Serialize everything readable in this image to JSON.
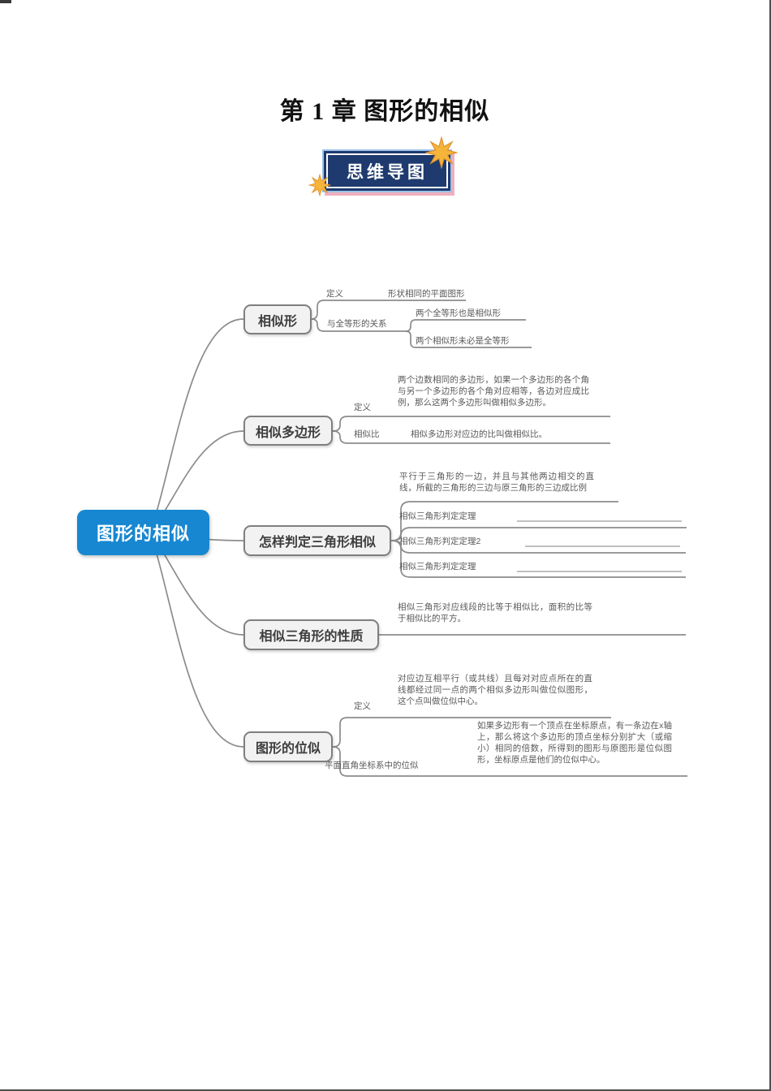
{
  "page": {
    "title": "第 1 章 图形的相似",
    "badge_label": "思维导图"
  },
  "mindmap": {
    "root": "图形的相似",
    "b1": {
      "label": "相似形",
      "def_label": "定义",
      "def_text": "形状相同的平面图形",
      "rel_label": "与全等形的关系",
      "rel_child1": "两个全等形也是相似形",
      "rel_child2": "两个相似形未必是全等形"
    },
    "b2": {
      "label": "相似多边形",
      "def_label": "定义",
      "def_text": "两个边数相同的多边形，如果一个多边形的各个角与另一个多边形的各个角对应相等，各边对应成比例，那么这两个多边形叫做相似多边形。",
      "ratio_label": "相似比",
      "ratio_text": "相似多边形对应边的比叫做相似比。"
    },
    "b3": {
      "label": "怎样判定三角形相似",
      "intro_text": "平行于三角形的一边，并且与其他两边相交的直线，所截的三角形的三边与原三角形的三边成比例",
      "theorem1": "相似三角形判定定理",
      "theorem2": "相似三角形判定定理2",
      "theorem3": "相似三角形判定定理"
    },
    "b4": {
      "label": "相似三角形的性质",
      "text": "相似三角形对应线段的比等于相似比，面积的比等于相似比的平方。"
    },
    "b5": {
      "label": "图形的位似",
      "def_label": "定义",
      "def_text": "对应边互相平行（或共线）且每对对应点所在的直线都经过同一点的两个相似多边形叫做位似图形，这个点叫做位似中心。",
      "coord_label": "平面直角坐标系中的位似",
      "coord_text": "如果多边形有一个顶点在坐标原点，有一条边在x轴上，那么将这个多边形的顶点坐标分别扩大（或缩小）相同的倍数，所得到的图形与原图形是位似图形，坐标原点是他们的位似中心。"
    }
  },
  "colors": {
    "root_bg": "#1787d1",
    "node_bg": "#f2f2f2",
    "node_border": "#7f7f7f",
    "line": "#8c8c8c",
    "badge_bg": "#1e3a6e",
    "badge_outer_border": "#9cc2e8",
    "star": "#f6b53a"
  }
}
